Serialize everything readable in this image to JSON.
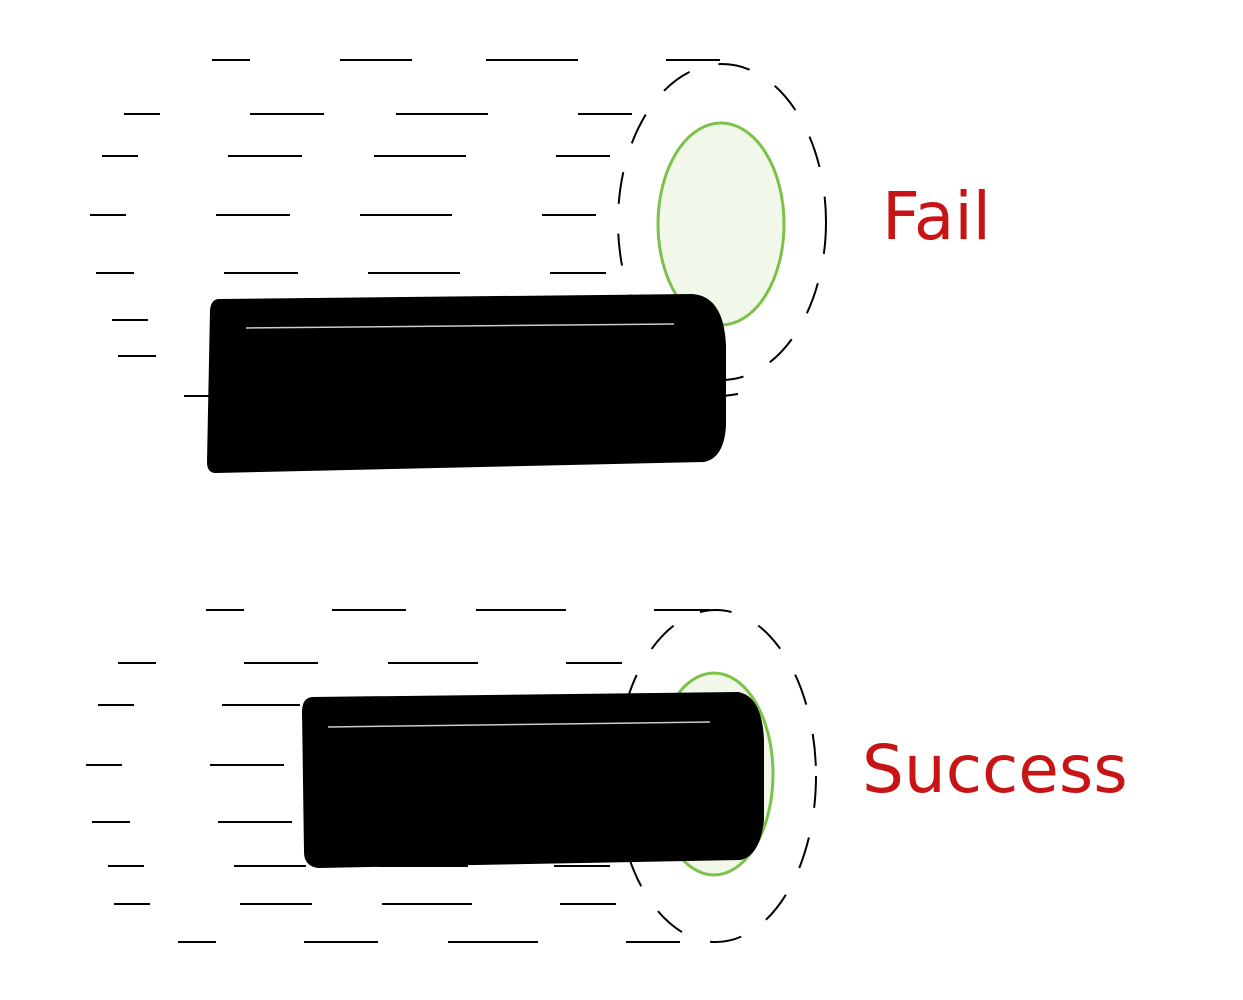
{
  "colors": {
    "background": "#ffffff",
    "label": "#c81414",
    "block": "#000000",
    "target_stroke": "#7cc24a",
    "target_fill": "#f1f8ea",
    "lines": "#000000",
    "highlight": "#cccccc"
  },
  "panels": [
    {
      "id": "fail",
      "label": "Fail",
      "target_covered": false
    },
    {
      "id": "success",
      "label": "Success",
      "target_covered": true
    }
  ]
}
